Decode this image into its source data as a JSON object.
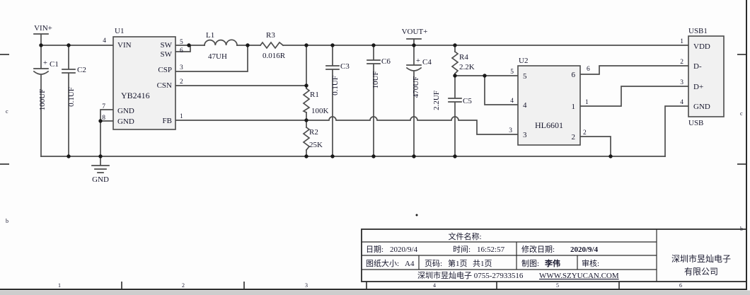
{
  "nets": {
    "vin": "VIN+",
    "vout": "VOUT+",
    "gnd": "GND"
  },
  "u1": {
    "ref": "U1",
    "part": "YB2416",
    "pins": {
      "vin": "VIN",
      "sw1": "SW",
      "sw2": "SW",
      "csp": "CSP",
      "csn": "CSN",
      "gnd1": "GND",
      "gnd2": "GND",
      "fb": "FB"
    },
    "nums": {
      "vin": "4",
      "sw1": "5",
      "sw2": "6",
      "csp": "3",
      "csn": "2",
      "gnd1": "7",
      "gnd2": "8",
      "fb": "1"
    }
  },
  "l1": {
    "ref": "L1",
    "value": "47UH"
  },
  "r1": {
    "ref": "R1",
    "value": "100K"
  },
  "r2": {
    "ref": "R2",
    "value": "25K"
  },
  "r3": {
    "ref": "R3",
    "value": "0.016R"
  },
  "r4": {
    "ref": "R4",
    "value": "2.2K"
  },
  "c1": {
    "ref": "C1",
    "value": "100UF",
    "plus": "+"
  },
  "c2": {
    "ref": "C2",
    "value": "0.1UF"
  },
  "c3": {
    "ref": "C3",
    "value": "0.1UF"
  },
  "c4": {
    "ref": "C4",
    "value": "470UF",
    "plus": "+"
  },
  "c5": {
    "ref": "C5",
    "value": "2.2UF"
  },
  "c6": {
    "ref": "C6",
    "value": "10UF"
  },
  "u2": {
    "ref": "U2",
    "part": "HL6601",
    "pins_left": [
      "5",
      "4",
      "3"
    ],
    "pins_right": [
      "6",
      "1",
      "2"
    ]
  },
  "usb": {
    "ref": "USB1",
    "label": "USB",
    "pins": [
      "VDD",
      "D-",
      "D+",
      "GND"
    ],
    "nums": [
      "1",
      "2",
      "3",
      "4"
    ]
  },
  "border": {
    "cols": [
      "1",
      "2",
      "3",
      "4",
      "5",
      "6"
    ],
    "rows": [
      "c",
      "b"
    ]
  },
  "title_block": {
    "file_label": "文件名称:",
    "date_label": "日期:",
    "date_value": "2020/9/4",
    "time_label": "时间:",
    "time_value": "16:52:57",
    "modified_label": "修改日期:",
    "modified_value": "2020/9/4",
    "size_label": "图纸大小:",
    "size_value": "A4",
    "page_label": "页码:",
    "page_value": "第1页",
    "page_total": "共1页",
    "drawn_label": "制图:",
    "drawn_value": "李伟",
    "check_label": "审核:",
    "company_footer": "深圳市昱灿电子 0755-27933516",
    "website": "WWW.SZYUCAN.COM",
    "company_name_1": "深圳市昱灿电子",
    "company_name_2": "有限公司"
  }
}
